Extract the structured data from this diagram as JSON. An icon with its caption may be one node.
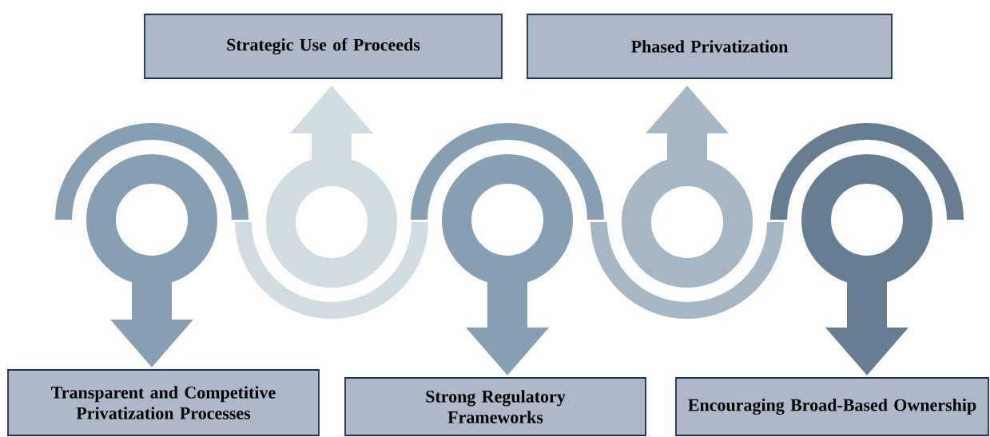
{
  "diagram": {
    "nodes": [
      {
        "text": [
          "Strategic Use of Proceeds"
        ]
      },
      {
        "text": [
          "Phased Privatization"
        ]
      },
      {
        "text": [
          "Transparent and Competitive Privatization Processes"
        ]
      },
      {
        "text": [
          "Strong Regulatory Frameworks"
        ]
      },
      {
        "text": [
          "Encouraging Broad-Based Ownership"
        ]
      },
      {
        "text": [],
        "shape": "circle"
      },
      {
        "text": [],
        "shape": "circle"
      },
      {
        "text": [],
        "shape": "circle"
      },
      {
        "text": [],
        "shape": "circle"
      },
      {
        "text": [],
        "shape": "circle"
      }
    ],
    "edges": [
      {
        "from": 5,
        "to": 2,
        "arrow": "to",
        "color": "#869fb2"
      },
      {
        "from": 6,
        "to": 0,
        "arrow": "to",
        "color": "#d0dbe2"
      },
      {
        "from": 7,
        "to": 3,
        "arrow": "to",
        "color": "#869fb2"
      },
      {
        "from": 8,
        "to": 1,
        "arrow": "to",
        "color": "#a5b6c4"
      },
      {
        "from": 9,
        "to": 4,
        "arrow": "to",
        "color": "#677e92"
      }
    ]
  }
}
